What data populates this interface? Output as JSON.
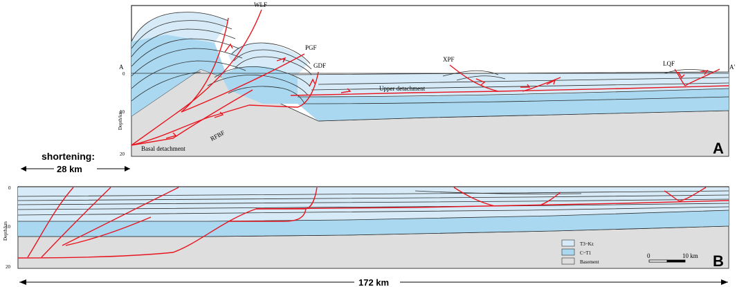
{
  "panel_a": {
    "letter": "A",
    "section_start": "A",
    "section_end": "A'",
    "depth_axis_label": "Depth/km",
    "depth_ticks": [
      "0",
      "10",
      "20"
    ],
    "fault_labels": [
      "WLF",
      "PGF",
      "GDF",
      "XPF",
      "LQF",
      "RFBF"
    ],
    "detachments": {
      "upper": "Upper detachment",
      "basal": "Basal detachment"
    }
  },
  "panel_b": {
    "letter": "B",
    "depth_axis_label": "Depth/km",
    "depth_ticks": [
      "0",
      "10",
      "20"
    ]
  },
  "shortening": {
    "label": "shortening:",
    "value": "28 km"
  },
  "total_length": "172 km",
  "legend": [
    {
      "label": "T3~Kz",
      "color": "#d6ebf7"
    },
    {
      "label": "C~T1",
      "color": "#a9d8f0"
    },
    {
      "label": "Basement",
      "color": "#dedede"
    }
  ],
  "scale_bar": {
    "start": "0",
    "end": "10 km"
  },
  "colors": {
    "fault": "#e8141e",
    "layer_line": "#2b2b2b",
    "t3kz_fill": "#d6ebf7",
    "ct1_fill": "#a9d8f0",
    "basement_fill": "#dedede"
  }
}
